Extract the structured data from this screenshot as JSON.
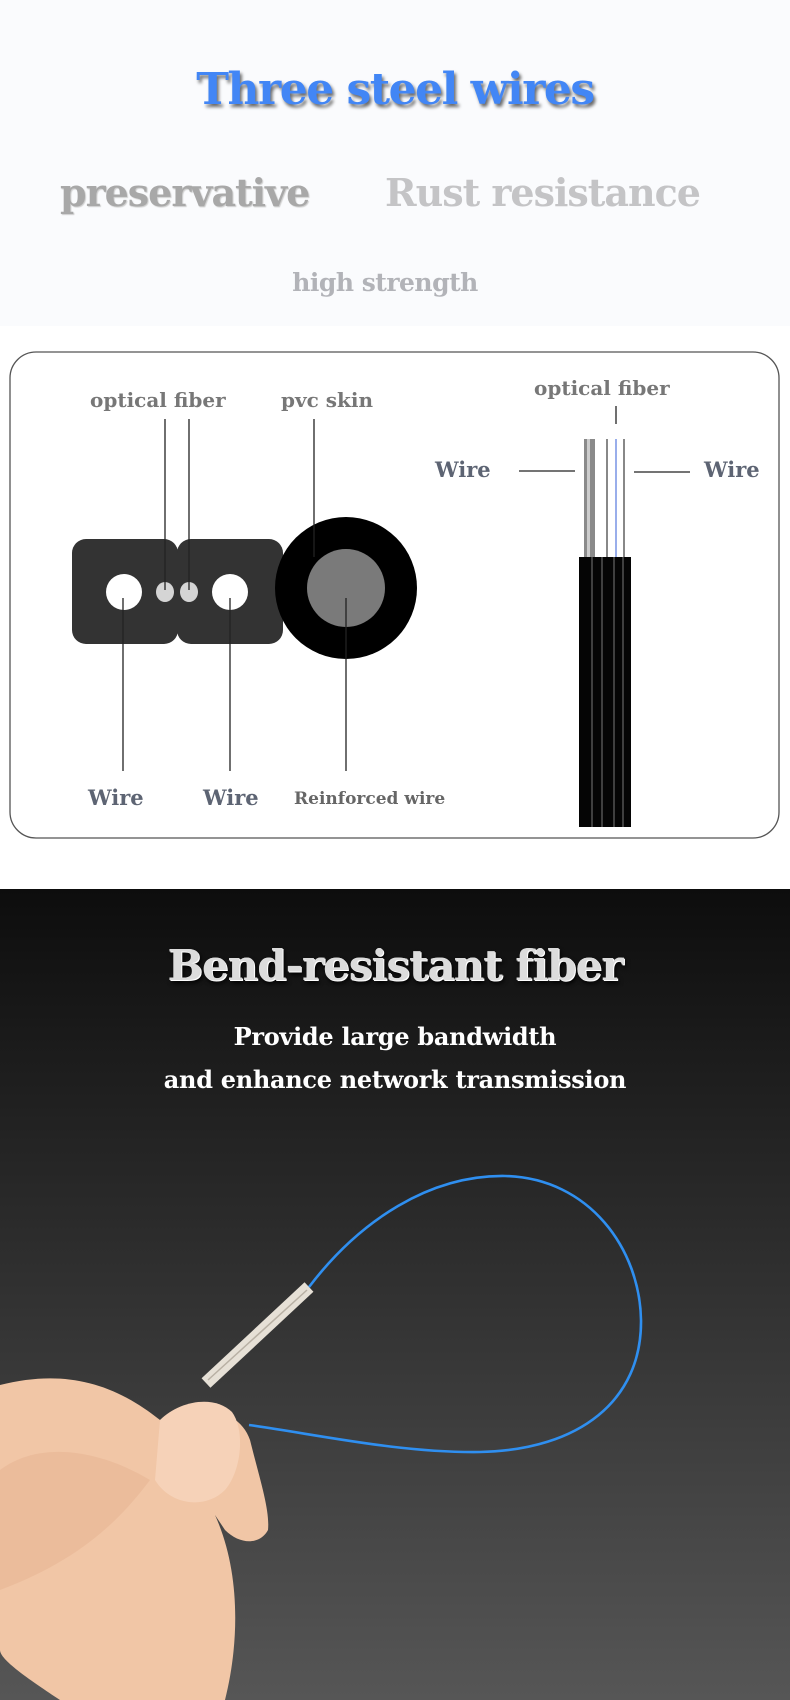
{
  "header": {
    "title": "Three steel wires",
    "features": [
      "preservative",
      "Rust resistance",
      "high strength"
    ]
  },
  "diagram": {
    "cross_section": {
      "optical_fiber": "optical fiber",
      "pvc_skin": "pvc skin",
      "wire_left": "Wire",
      "wire_right": "Wire",
      "reinforced_wire": "Reinforced wire"
    },
    "side_view": {
      "optical_fiber": "optical fiber",
      "wire_left": "Wire",
      "wire_right": "Wire"
    }
  },
  "promo": {
    "title": "Bend-resistant fiber",
    "line1": "Provide large bandwidth",
    "line2": "and enhance network transmission"
  },
  "colors": {
    "accent": "#4286f5",
    "fiber": "#2f8ff0",
    "label": "#5d6473"
  }
}
